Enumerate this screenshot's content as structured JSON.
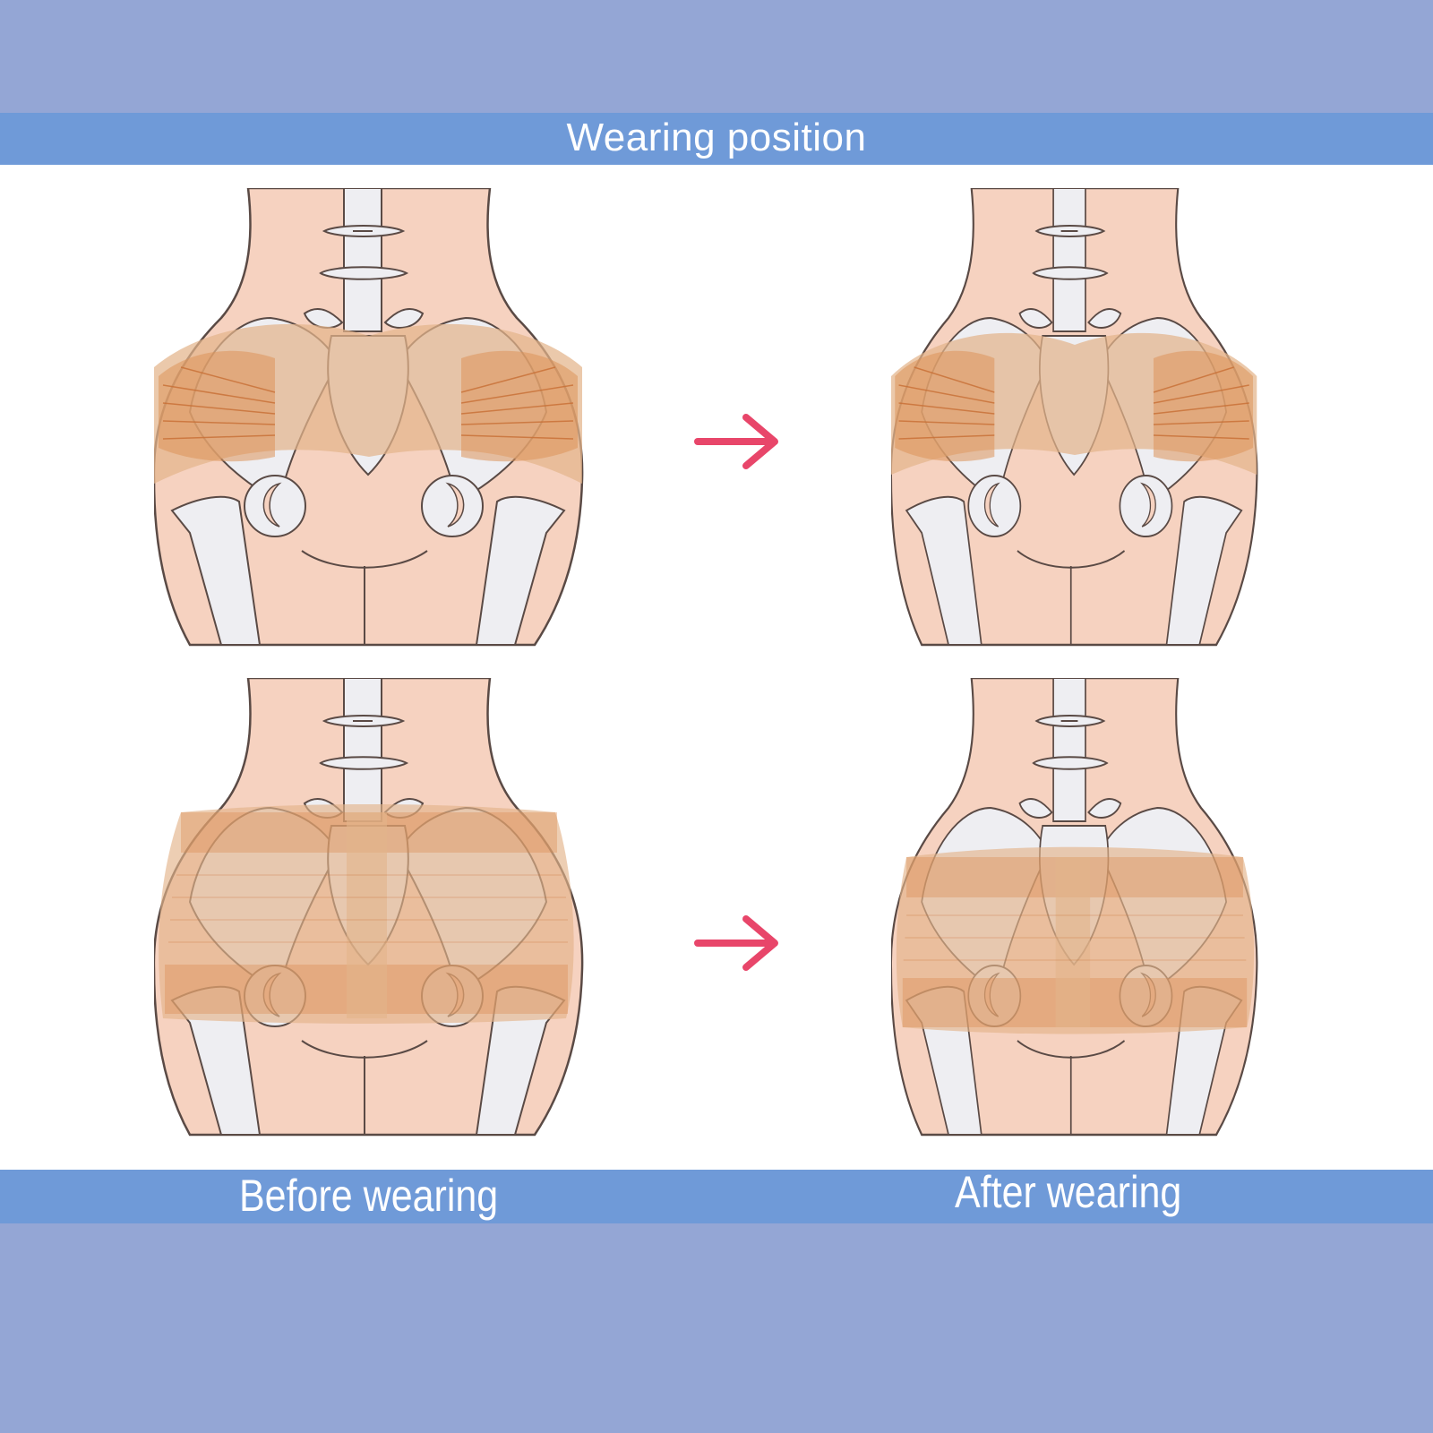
{
  "header": {
    "title": "Wearing position"
  },
  "footer": {
    "before_label": "Before wearing",
    "after_label": "After wearing"
  },
  "colors": {
    "frame": "#94a6d5",
    "band": "#6f9ad8",
    "skin": "#f6d2c0",
    "bone": "#eeeef2",
    "outline": "#5a4a45",
    "belt": "#e3b48a",
    "muscle": "#d9874a",
    "arrow": "#e8466a"
  },
  "icons": {
    "arrow": "arrow-right-icon"
  }
}
